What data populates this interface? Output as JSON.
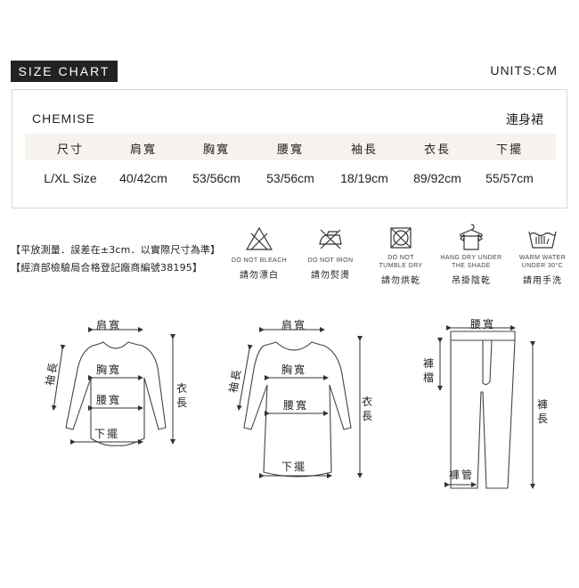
{
  "header": {
    "title": "SIZE  CHART",
    "units": "UNITS:CM"
  },
  "table": {
    "product_name": "CHEMISE",
    "product_name_cn": "連身裙",
    "columns": [
      "尺寸",
      "肩寬",
      "胸寬",
      "腰寬",
      "袖長",
      "衣長",
      "下擺"
    ],
    "rows": [
      [
        "L/XL Size",
        "40/42cm",
        "53/56cm",
        "53/56cm",
        "18/19cm",
        "89/92cm",
        "55/57cm"
      ]
    ]
  },
  "notes": {
    "line1": "【平放測量．誤差在±3cm．以實際尺寸為準】",
    "line2": "【經濟部檢驗局合格登記廠商編號38195】"
  },
  "care": [
    {
      "icon": "do-not-bleach-icon",
      "en1": "DO NOT BLEACH",
      "en2": "",
      "cn": "請勿漂白"
    },
    {
      "icon": "do-not-iron-icon",
      "en1": "DO NOT IRON",
      "en2": "",
      "cn": "請勿熨燙"
    },
    {
      "icon": "do-not-tumble-dry-icon",
      "en1": "DO NOT",
      "en2": "TUMBLE DRY",
      "cn": "請勿烘乾"
    },
    {
      "icon": "hang-dry-icon",
      "en1": "HANG DRY UNDER",
      "en2": "THE SHADE",
      "cn": "吊掛陰乾"
    },
    {
      "icon": "hand-wash-icon",
      "en1": "WARM WATER",
      "en2": "UNDER 30°C",
      "cn": "請用手洗"
    }
  ],
  "diagrams": {
    "top": {
      "shoulder": "肩寬",
      "chest": "胸寬",
      "waist": "腰寬",
      "hem": "下擺",
      "sleeve": "袖長",
      "length": "衣長"
    },
    "dress": {
      "shoulder": "肩寬",
      "chest": "胸寬",
      "waist": "腰寬",
      "hem": "下擺",
      "sleeve": "袖長",
      "length": "衣長"
    },
    "pants": {
      "waist": "腰寬",
      "rise": "褲檔",
      "leg_opening": "褲管",
      "length": "褲長"
    }
  }
}
